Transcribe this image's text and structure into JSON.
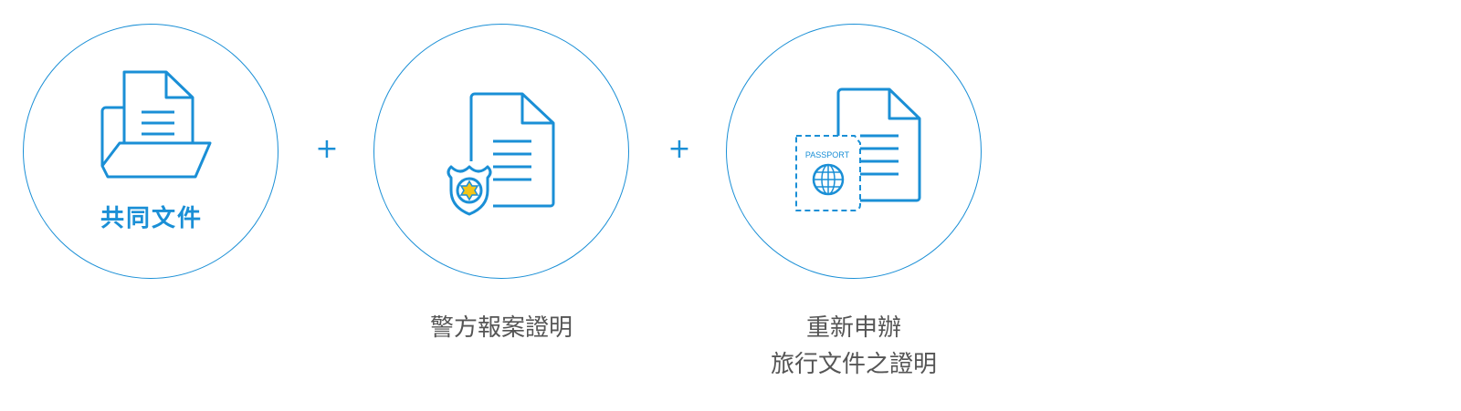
{
  "items": [
    {
      "icon": "folder-document-icon",
      "label": "共同文件"
    },
    {
      "icon": "police-badge-document-icon",
      "label": "警方報案證明"
    },
    {
      "icon": "passport-document-icon",
      "label_line1": "重新申辦",
      "label_line2": "旅行文件之證明",
      "passport_text": "PASSPORT"
    }
  ],
  "separator": "+",
  "colors": {
    "accent": "#1a8fd6",
    "star": "#f5c518",
    "text": "#555555"
  }
}
